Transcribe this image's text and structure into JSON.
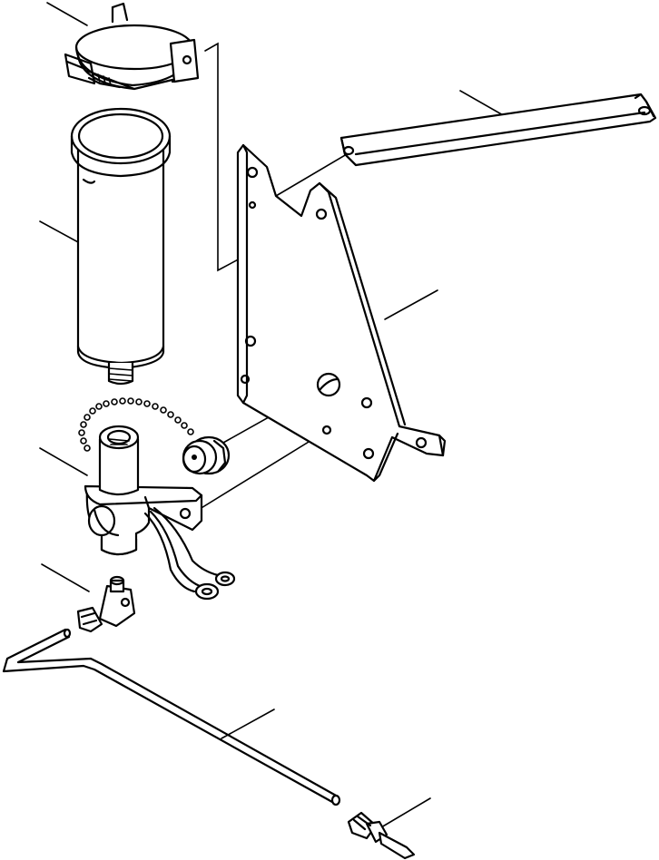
{
  "diagram": {
    "parts": [
      {
        "id": "hose-clamp-bracket"
      },
      {
        "id": "filter-canister"
      },
      {
        "id": "support-strap"
      },
      {
        "id": "mounting-plate"
      },
      {
        "id": "filter-head-with-sensor"
      },
      {
        "id": "elbow-fitting"
      },
      {
        "id": "tube-line"
      },
      {
        "id": "straight-fitting"
      }
    ],
    "stroke_color": "#000000",
    "background_color": "#ffffff"
  }
}
